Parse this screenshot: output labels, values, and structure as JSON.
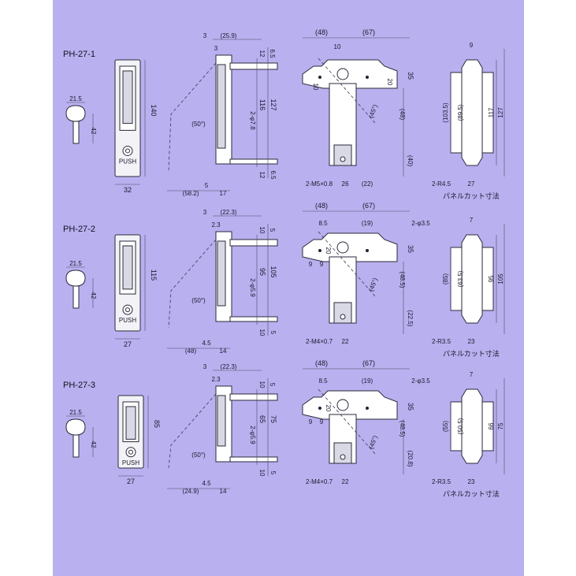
{
  "colors": {
    "panel_background": "#b9b0ef",
    "page_background": "#ffffff",
    "ink": "#2a2a3a",
    "part_fill": "#f2f2f7"
  },
  "models": [
    {
      "id": "PH-27-1",
      "key": {
        "d1": "21.5",
        "d2": "42"
      },
      "front": {
        "height": "140",
        "width": "32",
        "push": "PUSH"
      },
      "side": {
        "top_a": "3",
        "top_b": "(25.9)",
        "top_c": "3",
        "r1": "12",
        "r2": "6.5",
        "angle": "(50°)",
        "dia": "2-φ7.8",
        "h1": "116",
        "h2": "127",
        "r3": "12",
        "r4": "6.5",
        "b1": "5",
        "b2": "(58.2)",
        "b3": "17"
      },
      "top": {
        "w1": "(48)",
        "w2": "(67)",
        "c1": "10",
        "h1": "10",
        "h2": "20",
        "h3": "35",
        "angle": "(45°)",
        "d1": "(48)",
        "d2": "(40)",
        "screw": "2-M5×0.8",
        "b1": "26",
        "b2": "(22)"
      },
      "cut": {
        "top": "9",
        "h1": "(103.5)",
        "h2": "(89.5)",
        "h3": "117",
        "h4": "127",
        "radius": "2-R4.5",
        "bottom": "27",
        "caption": "パネルカット寸法"
      }
    },
    {
      "id": "PH-27-2",
      "key": {
        "d1": "21.5",
        "d2": "42"
      },
      "front": {
        "height": "115",
        "width": "27",
        "push": "PUSH"
      },
      "side": {
        "top_a": "3",
        "top_b": "(22.3)",
        "top_c": "2.3",
        "r1": "10",
        "r2": "5",
        "angle": "(50°)",
        "dia": "2-φ5.9",
        "h1": "95",
        "h2": "105",
        "r3": "10",
        "r4": "5",
        "b1": "4.5",
        "b2": "(48)",
        "b3": "14"
      },
      "top": {
        "w1": "(48)",
        "w2": "(67)",
        "c1": "8.5",
        "c2": "(19)",
        "hole": "2-φ3.5",
        "h1": "9",
        "h2": "9",
        "h3": "20",
        "h4": "35",
        "angle": "(45°)",
        "d1": "(48.5)",
        "d2": "(22.5)",
        "screw": "2-M4×0.7",
        "b1": "22"
      },
      "cut": {
        "top": "7",
        "h1": "(85)",
        "h2": "(63.5)",
        "h3": "95",
        "h4": "105",
        "radius": "2-R3.5",
        "bottom": "23",
        "caption": "パネルカット寸法"
      }
    },
    {
      "id": "PH-27-3",
      "key": {
        "d1": "21.5",
        "d2": "42"
      },
      "front": {
        "height": "85",
        "width": "27",
        "push": "PUSH"
      },
      "side": {
        "top_a": "3",
        "top_b": "(22.3)",
        "top_c": "2.3",
        "r1": "10",
        "r2": "5",
        "angle": "(50°)",
        "dia": "2-φ5.9",
        "h1": "65",
        "h2": "75",
        "r3": "10",
        "r4": "5",
        "b1": "4.5",
        "b2": "(24.9)",
        "b3": "14"
      },
      "top": {
        "w1": "(48)",
        "w2": "(67)",
        "c1": "8.5",
        "c2": "(19)",
        "hole": "2-φ3.5",
        "h1": "9",
        "h2": "9",
        "h3": "20",
        "h4": "35",
        "angle": "(45°)",
        "d1": "(48.5)",
        "d2": "(20.8)",
        "screw": "2-M4×0.7",
        "b1": "22"
      },
      "cut": {
        "top": "7",
        "h1": "(55)",
        "h2": "(50.5)",
        "h3": "66",
        "h4": "75",
        "radius": "2-R3.5",
        "bottom": "23",
        "caption": "パネルカット寸法"
      }
    }
  ]
}
